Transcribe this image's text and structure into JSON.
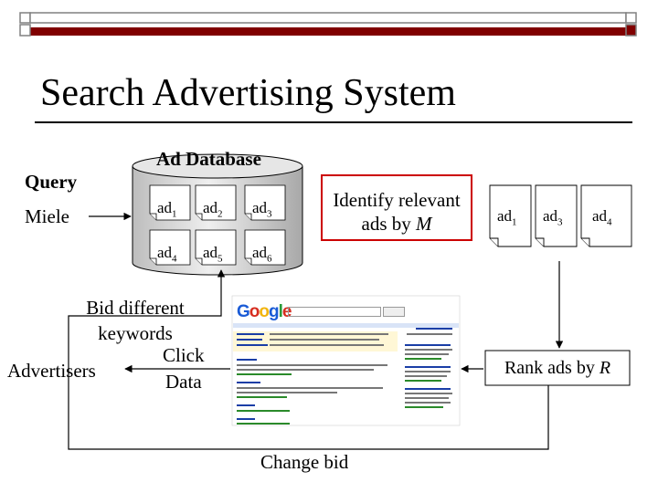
{
  "slide": {
    "title": "Search Advertising System",
    "colors": {
      "border": "#808080",
      "accent": "#800000",
      "highlight_box": "#cc0000"
    }
  },
  "query": {
    "heading": "Query",
    "text": "Miele"
  },
  "database": {
    "label": "Ad Database",
    "ads": [
      {
        "base": "ad",
        "sub": "1"
      },
      {
        "base": "ad",
        "sub": "2"
      },
      {
        "base": "ad",
        "sub": "3"
      },
      {
        "base": "ad",
        "sub": "4"
      },
      {
        "base": "ad",
        "sub": "5"
      },
      {
        "base": "ad",
        "sub": "6"
      }
    ]
  },
  "identify": {
    "line1": "Identify relevant",
    "line2_prefix": "ads by ",
    "line2_var": "M"
  },
  "selected_ads": [
    {
      "base": "ad",
      "sub": "1"
    },
    {
      "base": "ad",
      "sub": "3"
    },
    {
      "base": "ad",
      "sub": "4"
    }
  ],
  "rank": {
    "prefix": "Rank ads by ",
    "var": "R"
  },
  "advertisers": {
    "label": "Advertisers",
    "bid_line1": "Bid different",
    "bid_line2": "keywords",
    "click_line1": "Click",
    "click_line2": "Data"
  },
  "screenshot": {
    "logo": "Google",
    "logo_icon": "google-logo"
  },
  "change_bid": "Change bid"
}
